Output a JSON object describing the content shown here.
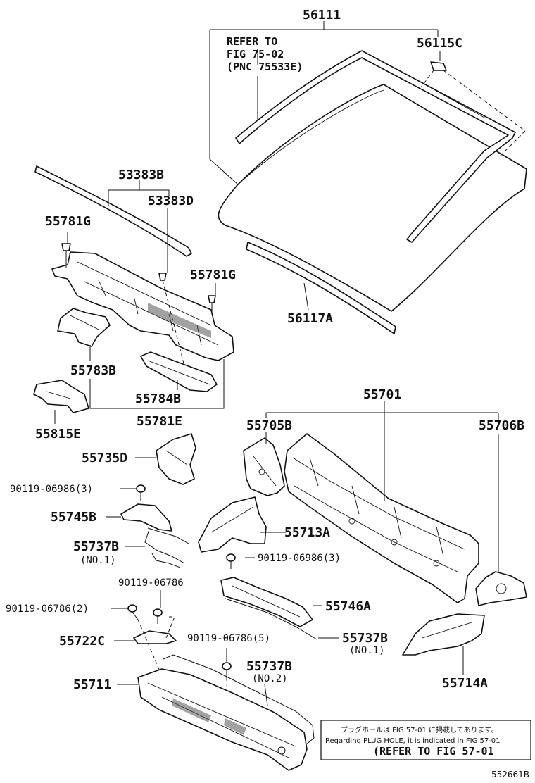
{
  "parts": {
    "p56111": "56111",
    "p56115c": "56115C",
    "p56117a": "56117A",
    "p53383b": "53383B",
    "p53383d": "53383D",
    "p55781g_left": "55781G",
    "p55781g_right": "55781G",
    "p55783b": "55783B",
    "p55784b": "55784B",
    "p55781e": "55781E",
    "p55815e": "55815E",
    "p55701": "55701",
    "p55705b": "55705B",
    "p55706b": "55706B",
    "p55735d": "55735D",
    "p90119_06986_3_left": "90119-06986(3)",
    "p55745b": "55745B",
    "p55713a": "55713A",
    "p55737b_1_left": "55737B",
    "p90119_06986_3_right": "90119-06986(3)",
    "p90119_06786": "90119-06786",
    "p90119_06786_2": "90119-06786(2)",
    "p55746a": "55746A",
    "p55722c": "55722C",
    "p90119_06786_5": "90119-06786(5)",
    "p55737b_1_right": "55737B",
    "p55714a": "55714A",
    "p55737b_2": "55737B",
    "p55711": "55711"
  },
  "qualifiers": {
    "no1_left": "(NO.1)",
    "no1_right": "(NO.1)",
    "no2": "(NO.2)"
  },
  "reference": {
    "line1": "REFER TO",
    "line2": "FIG 75-02",
    "line3": "(PNC 75533E)"
  },
  "note": {
    "japanese": "プラグホールは FIG 57-01 に掲載してあります。",
    "english": "Regarding PLUG HOLE, it is indicated in FIG 57-01",
    "refer": "(REFER TO FIG 57-01"
  },
  "figure_id": "552661B"
}
